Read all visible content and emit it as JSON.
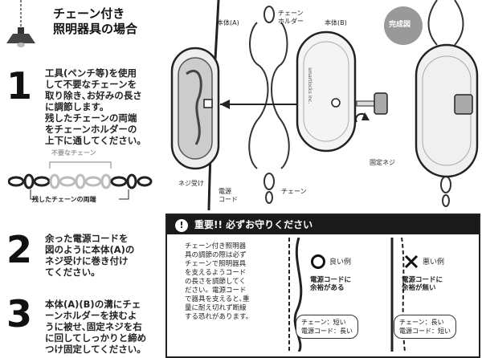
{
  "header": {
    "title": "チェーン付き\n照明器具の場合"
  },
  "steps": [
    {
      "num": "1",
      "text": "工具(ペンチ等)を使用\nして不要なチェーンを\n取り除き､お好みの長さ\nに調節します。\n残したチェーンの両端\nをチェーンホルダーの\n上下に通してください。"
    },
    {
      "num": "2",
      "text": "余った電源コードを\n図のように本体(A)の\nネジ受けに巻き付け\nてください。"
    },
    {
      "num": "3",
      "text": "本体(A)(B)の溝にチェ\nーンホルダーを挟むよ\nうに被せ､固定ネジを右\nに回してしっかりと締め\nつけ固定してください。"
    }
  ],
  "chain_fig": {
    "unneeded": "不要なチェーン",
    "remaining_ends": "残したチェーンの両端"
  },
  "diagram": {
    "body_a": "本体(A)",
    "chain_holder": "チェーン\nホルダー",
    "body_b": "本体(B)",
    "completed": "完成図",
    "screw_seat": "ネジ受け",
    "power_cord": "電源\nコード",
    "chain": "チェーン",
    "fixing_screw": "固定ネジ",
    "brand": "smartlocks inc."
  },
  "notice": {
    "heading": "重要!! 必ずお守りください",
    "body": "チェーン付き照明器\n具の調節の際は必ず\nチェーンで照明器具\nを支えるようコード\nの長さを調節してく\nださい。電源コード\nで器具を支えると､重\n量に耐え切れず断線\nする恐れがあります。",
    "good": {
      "label": "良い例",
      "caption": "電源コードに\n余裕がある",
      "bubble": "チェーン：短い\n電源コード：長い"
    },
    "bad": {
      "label": "悪い例",
      "caption": "電源コードに\n余裕が無い",
      "bubble": "チェーン：長い\n電源コード：短い"
    }
  }
}
